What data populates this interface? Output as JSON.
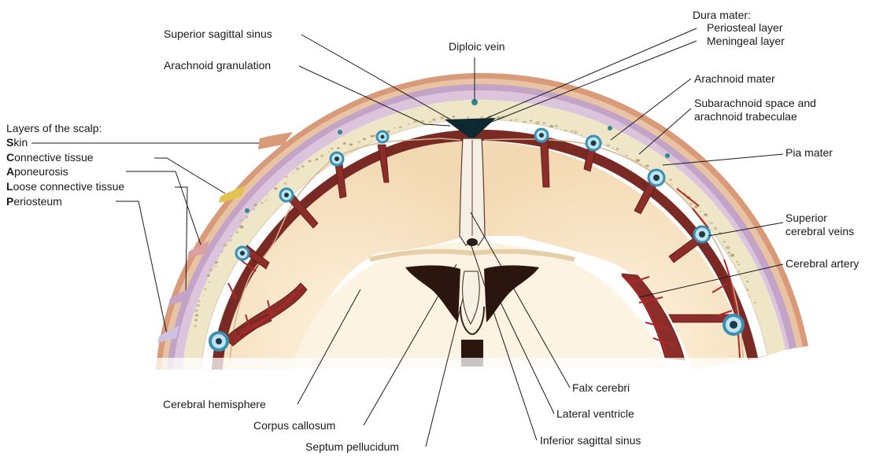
{
  "labels": {
    "superior_sagittal_sinus": "Superior sagittal sinus",
    "arachnoid_granulation": "Arachnoid granulation",
    "diploic_vein": "Diploic vein",
    "dura_mater": "Dura mater:",
    "periosteal_layer": "Periosteal layer",
    "meningeal_layer": "Meningeal layer",
    "arachnoid_mater": "Arachnoid mater",
    "subarachnoid_line1": "Subarachnoid space and",
    "subarachnoid_line2": "arachnoid trabeculae",
    "pia_mater": "Pia mater",
    "superior_veins_line1": "Superior",
    "superior_veins_line2": "cerebral veins",
    "cerebral_artery": "Cerebral artery",
    "falx_cerebri": "Falx cerebri",
    "lateral_ventricle": "Lateral ventricle",
    "inferior_sagittal_sinus": "Inferior sagittal sinus",
    "septum_pellucidum": "Septum pellucidum",
    "corpus_callosum": "Corpus callosum",
    "cerebral_hemisphere": "Cerebral hemisphere"
  },
  "scalp": {
    "heading": "Layers of the scalp:",
    "layers": [
      {
        "initial": "S",
        "rest": "kin"
      },
      {
        "initial": "C",
        "rest": "onnective tissue"
      },
      {
        "initial": "A",
        "rest": "poneurosis"
      },
      {
        "initial": "L",
        "rest": "oose connective tissue"
      },
      {
        "initial": "P",
        "rest": "eriosteum"
      }
    ]
  },
  "colors": {
    "skin": "#d89a78",
    "scalp_purple": "#c3a3c6",
    "bone": "#efe6c8",
    "dura": "#ffffff",
    "brain_light": "#fae8cc",
    "brain_dark": "#e8c79c",
    "sinus": "#0d2a33",
    "artery": "#b3262a",
    "vein_blue": "#3a8fb5",
    "ventricle": "#2a160f"
  }
}
